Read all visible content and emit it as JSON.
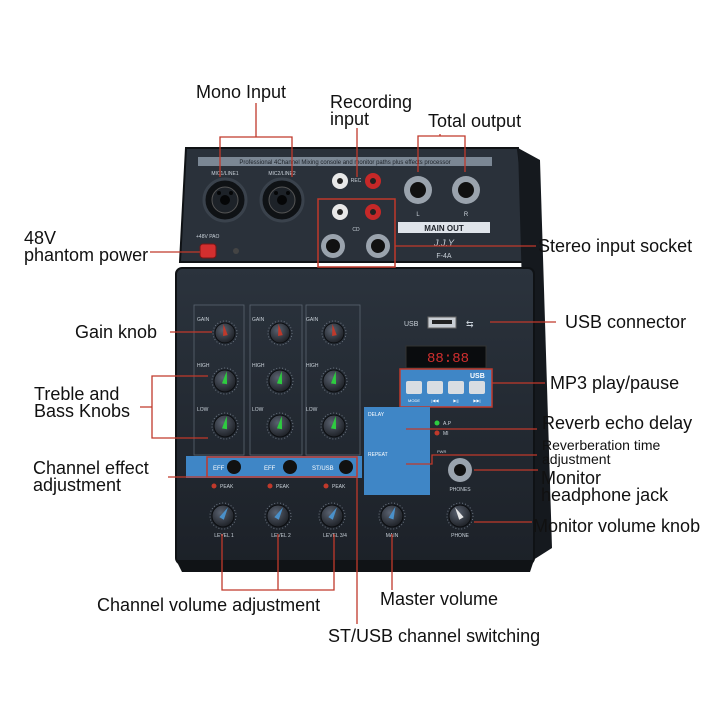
{
  "callouts": {
    "mono_input": "Mono Input",
    "recording_input_1": "Recording",
    "recording_input_2": "input",
    "total_output": "Total output",
    "phantom_1": "48V",
    "phantom_2": "phantom power",
    "stereo_input": "Stereo input socket",
    "gain_knob": "Gain knob",
    "usb_connector": "USB connector",
    "treble_bass_1": "Treble and",
    "treble_bass_2": "Bass Knobs",
    "mp3_play": "MP3 play/pause",
    "reverb_delay": "Reverb echo delay",
    "reverb_time_1": "Reverberation time",
    "reverb_time_2": "adjustment",
    "channel_effect_1": "Channel effect",
    "channel_effect_2": "adjustment",
    "monitor_headphone_1": "Monitor",
    "monitor_headphone_2": "headphone jack",
    "monitor_volume": "Monitor volume knob",
    "channel_volume": "Channel volume adjustment",
    "master_volume": "Master volume",
    "st_usb_switch": "ST/USB channel switching"
  },
  "device": {
    "header_strip": "Professional 4Channel Mixing console and monitor paths plus effects processor",
    "mic1_label": "MIC1/LINE1",
    "mic2_label": "MIC2/LINE2",
    "rec_label": "REC",
    "cd_label": "CD",
    "lr_l": "L",
    "lr_r": "R",
    "main_out": "MAIN OUT",
    "brand": "J.J.Y",
    "model": "F-4A",
    "phantom_label": "+48V PAO",
    "usb_label": "USB",
    "usb_panel": "USB",
    "display_digits": "88:88",
    "mp3_buttons": [
      "MODE",
      "|◀◀",
      "▶||",
      "▶▶|"
    ],
    "gain_label": "GAIN",
    "high_label": "HIGH",
    "low_label": "LOW",
    "eff_labels": [
      "EFF",
      "EFF",
      "ST/USB"
    ],
    "peak_label": "PEAK",
    "level_labels": [
      "LEVEL 1",
      "LEVEL 2",
      "LEVEL 3/4"
    ],
    "main_label": "MAIN",
    "phone_label": "PHONE",
    "phones_label": "PHONES",
    "delay_label": "DELAY",
    "repeat_label": "REPEAT",
    "led_labels": [
      "A.P",
      "MI",
      "PWR"
    ]
  },
  "colors": {
    "body": "#232a33",
    "panel": "#1b2027",
    "accent_red": "#c0392b",
    "accent_green": "#2ecc40",
    "accent_blue": "#4a90c9",
    "accent_yellow": "#f0c419",
    "callout_line": "#c0392b"
  }
}
